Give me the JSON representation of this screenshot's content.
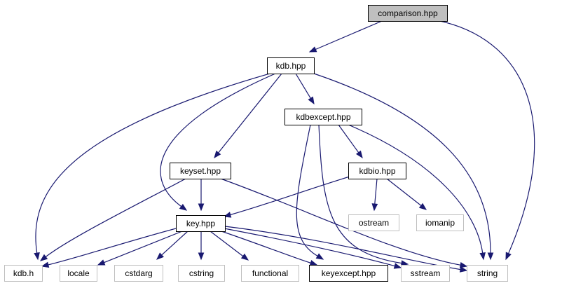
{
  "diagram": {
    "type": "include-dependency-graph",
    "colors": {
      "edge": "#191970",
      "root_fill": "#bfbfbf",
      "root_border": "#000000",
      "internal_border": "#000000",
      "external_border": "#bfbfbf",
      "node_fill": "#ffffff"
    },
    "nodes": [
      {
        "id": "comparison",
        "label": "comparison.hpp",
        "kind": "root"
      },
      {
        "id": "kdb_hpp",
        "label": "kdb.hpp",
        "kind": "internal"
      },
      {
        "id": "kdbexcept",
        "label": "kdbexcept.hpp",
        "kind": "internal"
      },
      {
        "id": "keyset",
        "label": "keyset.hpp",
        "kind": "internal"
      },
      {
        "id": "kdbio",
        "label": "kdbio.hpp",
        "kind": "internal"
      },
      {
        "id": "key",
        "label": "key.hpp",
        "kind": "internal"
      },
      {
        "id": "keyexcept",
        "label": "keyexcept.hpp",
        "kind": "internal"
      },
      {
        "id": "kdb_h",
        "label": "kdb.h",
        "kind": "external"
      },
      {
        "id": "locale",
        "label": "locale",
        "kind": "external"
      },
      {
        "id": "cstdarg",
        "label": "cstdarg",
        "kind": "external"
      },
      {
        "id": "cstring",
        "label": "cstring",
        "kind": "external"
      },
      {
        "id": "functional",
        "label": "functional",
        "kind": "external"
      },
      {
        "id": "sstream",
        "label": "sstream",
        "kind": "external"
      },
      {
        "id": "string",
        "label": "string",
        "kind": "external"
      },
      {
        "id": "ostream",
        "label": "ostream",
        "kind": "external"
      },
      {
        "id": "iomanip",
        "label": "iomanip",
        "kind": "external"
      }
    ],
    "edges": [
      [
        "comparison",
        "kdb_hpp"
      ],
      [
        "comparison",
        "string"
      ],
      [
        "kdb_hpp",
        "kdbexcept"
      ],
      [
        "kdb_hpp",
        "keyset"
      ],
      [
        "kdb_hpp",
        "key"
      ],
      [
        "kdb_hpp",
        "kdb_h"
      ],
      [
        "kdb_hpp",
        "string"
      ],
      [
        "kdbexcept",
        "kdbio"
      ],
      [
        "kdbexcept",
        "keyexcept"
      ],
      [
        "kdbexcept",
        "sstream"
      ],
      [
        "kdbexcept",
        "string"
      ],
      [
        "keyset",
        "key"
      ],
      [
        "keyset",
        "kdb_h"
      ],
      [
        "keyset",
        "string"
      ],
      [
        "kdbio",
        "key"
      ],
      [
        "kdbio",
        "ostream"
      ],
      [
        "kdbio",
        "iomanip"
      ],
      [
        "key",
        "kdb_h"
      ],
      [
        "key",
        "locale"
      ],
      [
        "key",
        "cstdarg"
      ],
      [
        "key",
        "cstring"
      ],
      [
        "key",
        "functional"
      ],
      [
        "key",
        "keyexcept"
      ],
      [
        "key",
        "sstream"
      ],
      [
        "key",
        "string"
      ]
    ]
  }
}
